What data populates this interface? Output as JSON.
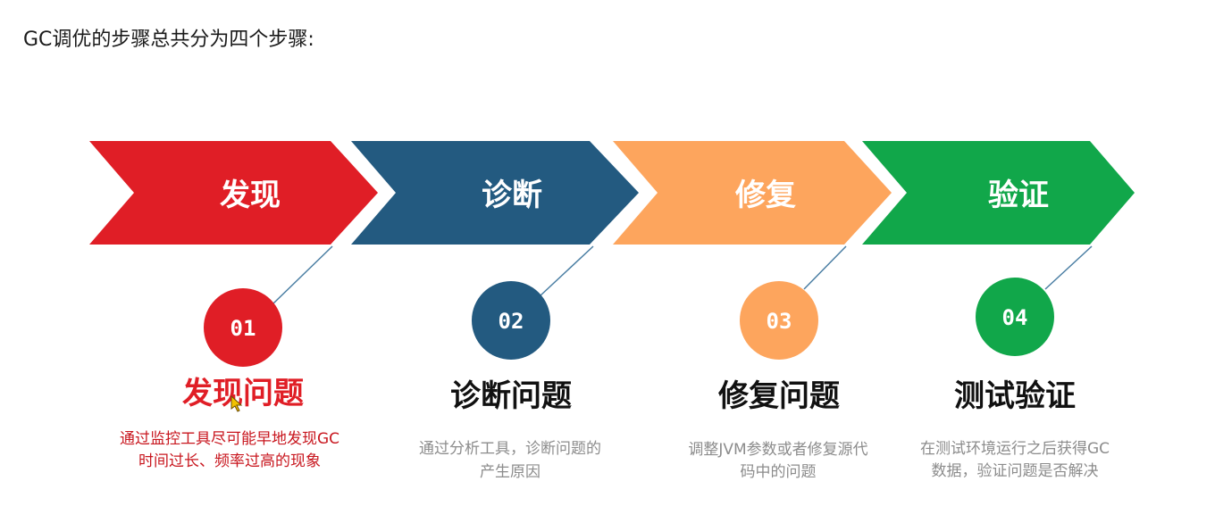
{
  "heading": "GC调优的步骤总共分为四个步骤:",
  "colors": {
    "red": "#e01e26",
    "blue": "#235a80",
    "orange": "#fda55d",
    "green": "#11a74a",
    "title_default": "#111111",
    "desc_default": "#8c8c8c",
    "desc_active": "#c8161e",
    "connector": "#4a7ea3"
  },
  "steps": [
    {
      "arrow_label": "发现",
      "number": "01",
      "title": "发现问题",
      "desc_lines": [
        "通过监控工具尽可能早地发现GC",
        "时间过长、频率过高的现象"
      ],
      "color": "#e01e26",
      "active": true
    },
    {
      "arrow_label": "诊断",
      "number": "02",
      "title": "诊断问题",
      "desc_lines": [
        "通过分析工具，诊断问题的",
        "产生原因"
      ],
      "color": "#235a80",
      "active": false
    },
    {
      "arrow_label": "修复",
      "number": "03",
      "title": "修复问题",
      "desc_lines": [
        "调整JVM参数或者修复源代",
        "码中的问题"
      ],
      "color": "#fda55d",
      "active": false
    },
    {
      "arrow_label": "验证",
      "number": "04",
      "title": "测试验证",
      "desc_lines": [
        "在测试环境运行之后获得GC",
        "数据，验证问题是否解决"
      ],
      "color": "#11a74a",
      "active": false
    }
  ]
}
